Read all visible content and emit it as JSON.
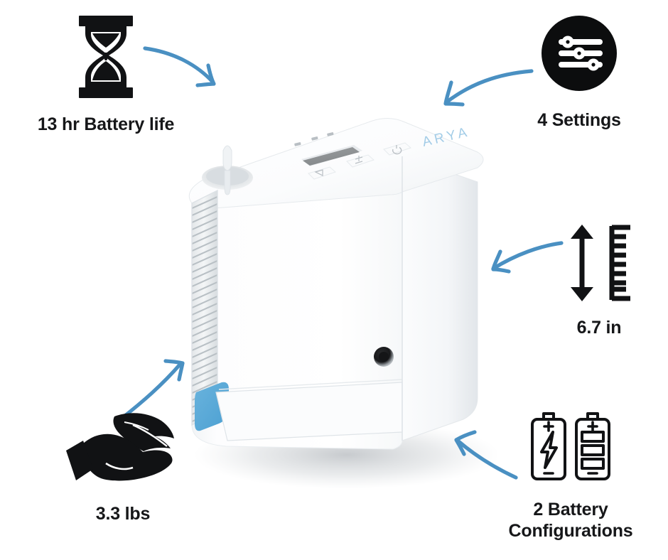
{
  "page": {
    "background_color": "#ffffff",
    "type": "product-feature-infographic",
    "subject": "portable oxygen concentrator"
  },
  "theme": {
    "text_color": "#161719",
    "arrow_color": "#4a90c2",
    "icon_color": "#111214",
    "device_accent_color": "#5aabd8",
    "device_body_color": "#ffffff",
    "device_screen_color": "#8e9193",
    "brand_text_color": "#8fc4e4"
  },
  "features": [
    {
      "id": "battery-life",
      "icon": "hourglass-icon",
      "label": "13 hr Battery life",
      "value": "13",
      "unit": "hr",
      "attribute": "Battery life",
      "position": "top-left"
    },
    {
      "id": "settings",
      "icon": "sliders-settings-icon",
      "label": "4 Settings",
      "value": "4",
      "unit": "",
      "attribute": "Settings",
      "position": "top-right"
    },
    {
      "id": "height",
      "icon": "ruler-height-icon",
      "label": "6.7 in",
      "value": "6.7",
      "unit": "in",
      "attribute": "Height",
      "position": "middle-right"
    },
    {
      "id": "battery-configurations",
      "icon": "two-batteries-icon",
      "label": "2 Battery\nConfigurations",
      "value": "2",
      "unit": "",
      "attribute": "Battery Configurations",
      "position": "bottom-right"
    },
    {
      "id": "weight",
      "icon": "hand-feather-icon",
      "label": "3.3 lbs",
      "value": "3.3",
      "unit": "lbs",
      "attribute": "Weight",
      "position": "bottom-left"
    }
  ],
  "arrows": [
    {
      "id": "arrow-battery-life-to-device",
      "from": "battery-life",
      "to": "device",
      "direction": "down-right"
    },
    {
      "id": "arrow-settings-to-device",
      "from": "settings",
      "to": "device",
      "direction": "down-left"
    },
    {
      "id": "arrow-height-to-device",
      "from": "height",
      "to": "device",
      "direction": "left"
    },
    {
      "id": "arrow-battery-config-to-device",
      "from": "battery-configurations",
      "to": "device",
      "direction": "up-left"
    },
    {
      "id": "arrow-weight-to-device",
      "from": "weight",
      "to": "device",
      "direction": "up-right"
    }
  ],
  "device": {
    "brand": "ARYA",
    "controls": [
      {
        "id": "mode-button",
        "icon": "flow-mode-icon"
      },
      {
        "id": "adjust-button",
        "icon": "plus-minus-icon"
      },
      {
        "id": "power-button",
        "icon": "power-icon"
      }
    ],
    "screen": {
      "name": "lcd-display",
      "state": "off"
    },
    "parts": [
      "cannula-port",
      "vent-grille",
      "blue-accent-tab",
      "front-panel",
      "side-panel",
      "battery-drawer",
      "charging-port"
    ]
  }
}
